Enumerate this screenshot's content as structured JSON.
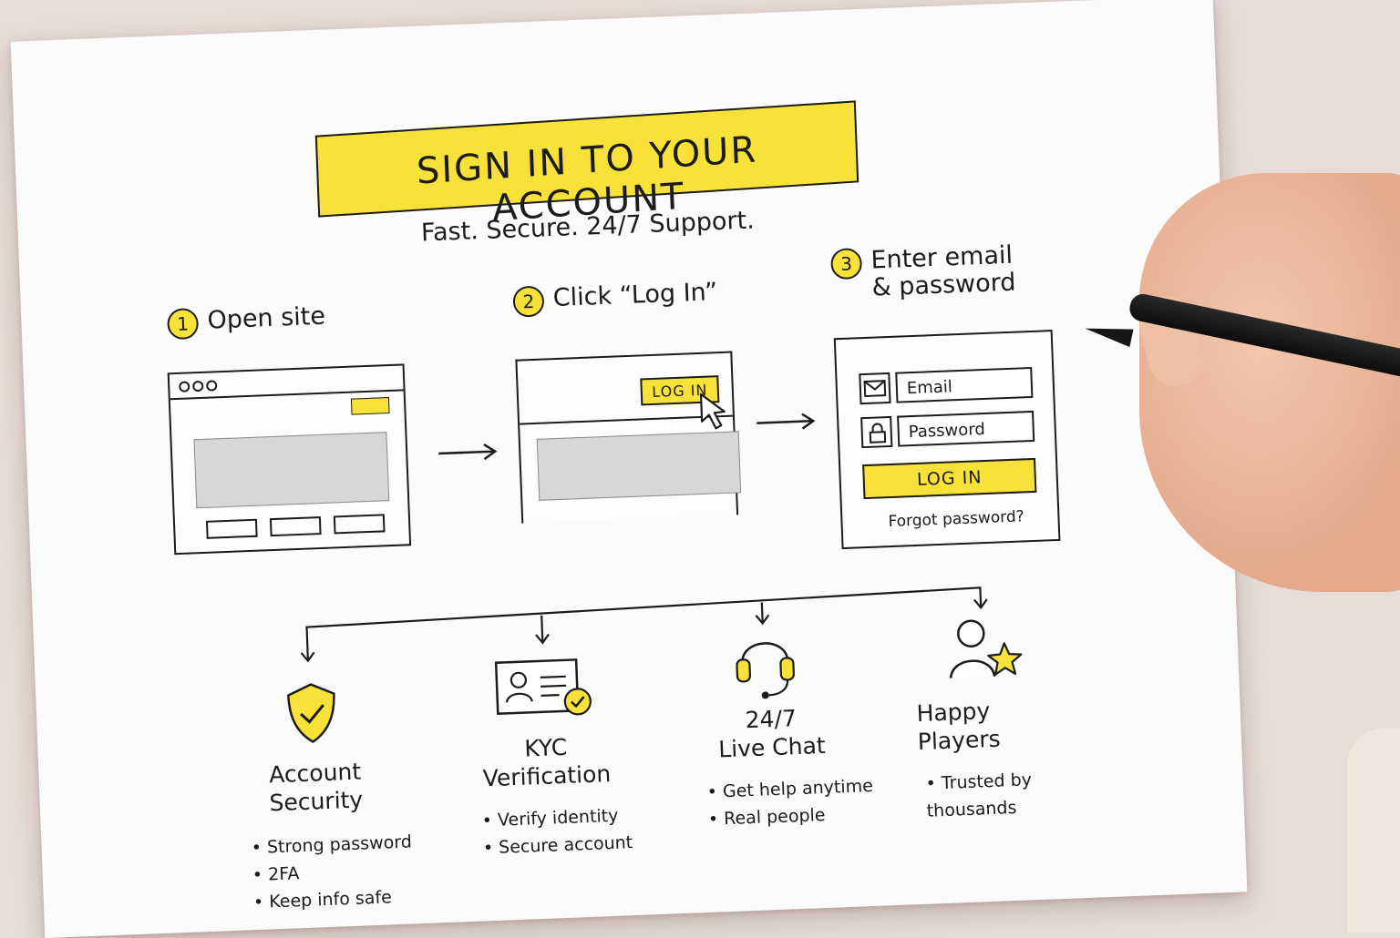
{
  "title": "SIGN IN TO YOUR ACCOUNT",
  "subtitle": "Fast. Secure. 24/7 Support.",
  "steps": [
    {
      "number": "1",
      "text": "Open site"
    },
    {
      "number": "2",
      "text": "Click “Log In”"
    },
    {
      "number": "3",
      "text": "Enter email\n& password"
    }
  ],
  "mock": {
    "login_button": "LOG IN",
    "email_placeholder": "Email",
    "password_placeholder": "Password",
    "submit_button": "LOG IN",
    "forgot_link": "Forgot password?"
  },
  "features": [
    {
      "title": "Account\nSecurity",
      "icon": "shield-check-icon",
      "bullets": [
        "Strong password",
        "2FA",
        "Keep info safe"
      ]
    },
    {
      "title": "KYC\nVerification",
      "icon": "id-card-icon",
      "bullets": [
        "Verify identity",
        "Secure account"
      ]
    },
    {
      "title": "24/7\nLive Chat",
      "icon": "headset-icon",
      "bullets": [
        "Get help anytime",
        "Real people"
      ]
    },
    {
      "title": "Happy\nPlayers",
      "icon": "user-star-icon",
      "bullets": [
        "Trusted by thousands"
      ]
    }
  ],
  "colors": {
    "accent": "#f8e23a",
    "ink": "#1c1c1c",
    "paper": "#fbfbfb",
    "background": "#e8dcd9"
  }
}
